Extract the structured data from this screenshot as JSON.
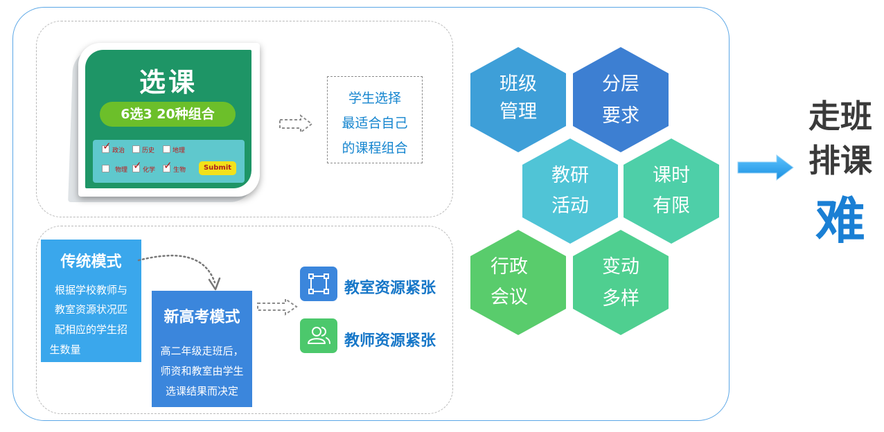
{
  "course_card": {
    "title": "选课",
    "subtitle": "6选3  20种组合",
    "subjects": [
      {
        "name": "政治",
        "checked": true
      },
      {
        "name": "历史",
        "checked": false
      },
      {
        "name": "地理",
        "checked": false
      },
      {
        "name": "物理",
        "checked": false
      },
      {
        "name": "化学",
        "checked": true
      },
      {
        "name": "生物",
        "checked": true
      }
    ],
    "submit_label": "Submit"
  },
  "student_choice": [
    "学生选择",
    "最适合自己",
    "的课程组合"
  ],
  "traditional_mode": {
    "title": "传统模式",
    "lines": [
      "根据学校教师与",
      "教室资源状况匹",
      "配相应的学生招",
      "生数量"
    ]
  },
  "new_mode": {
    "title": "新高考模式",
    "lines": [
      "高二年级走班后，",
      "师资和教室由学生",
      "选课结果而决定"
    ]
  },
  "resources": [
    {
      "label": "教室资源紧张",
      "icon": "classroom-frame-icon",
      "color": "#3b86dc"
    },
    {
      "label": "教师资源紧张",
      "icon": "teachers-group-icon",
      "color": "#4cc86c"
    }
  ],
  "hexagons": [
    {
      "lines": [
        "班级",
        "管理"
      ],
      "color": "#3e9fd8"
    },
    {
      "lines": [
        "分层",
        "要求"
      ],
      "color": "#3d7fd2"
    },
    {
      "lines": [
        "教研",
        "活动"
      ],
      "color": "#50c4d6"
    },
    {
      "lines": [
        "课时",
        "有限"
      ],
      "color": "#4ecfa8"
    },
    {
      "lines": [
        "行政",
        "会议"
      ],
      "color": "#59cc6c"
    },
    {
      "lines": [
        "变动",
        "多样"
      ],
      "color": "#4fcf90"
    }
  ],
  "result": {
    "lines": [
      "走班",
      "排课"
    ],
    "emphasis": "难",
    "colors": {
      "text": "#3a3a3a",
      "emphasis": "#1a7fd4",
      "arrow": "#2aa0ea"
    }
  }
}
